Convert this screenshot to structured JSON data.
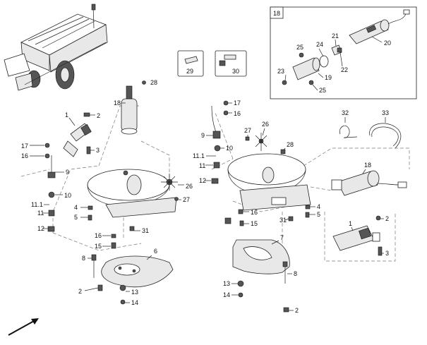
{
  "callouts": {
    "c1": "1",
    "c2": "2",
    "c3": "3",
    "c4": "4",
    "c5": "5",
    "c6": "6",
    "c7": "7",
    "c8": "8",
    "c9": "9",
    "c10": "10",
    "c11_1": "11.1",
    "c11": "11",
    "c12": "12",
    "c13": "13",
    "c14": "14",
    "c15": "15",
    "c16": "16",
    "c17": "17",
    "c18": "18",
    "c19": "19",
    "c20": "20",
    "c21": "21",
    "c22": "22",
    "c23": "23",
    "c24": "24",
    "c25": "25",
    "c26": "26",
    "c27": "27",
    "c28": "28",
    "c29": "29",
    "c30": "30",
    "c31": "31",
    "c32": "32",
    "c33": "33"
  }
}
